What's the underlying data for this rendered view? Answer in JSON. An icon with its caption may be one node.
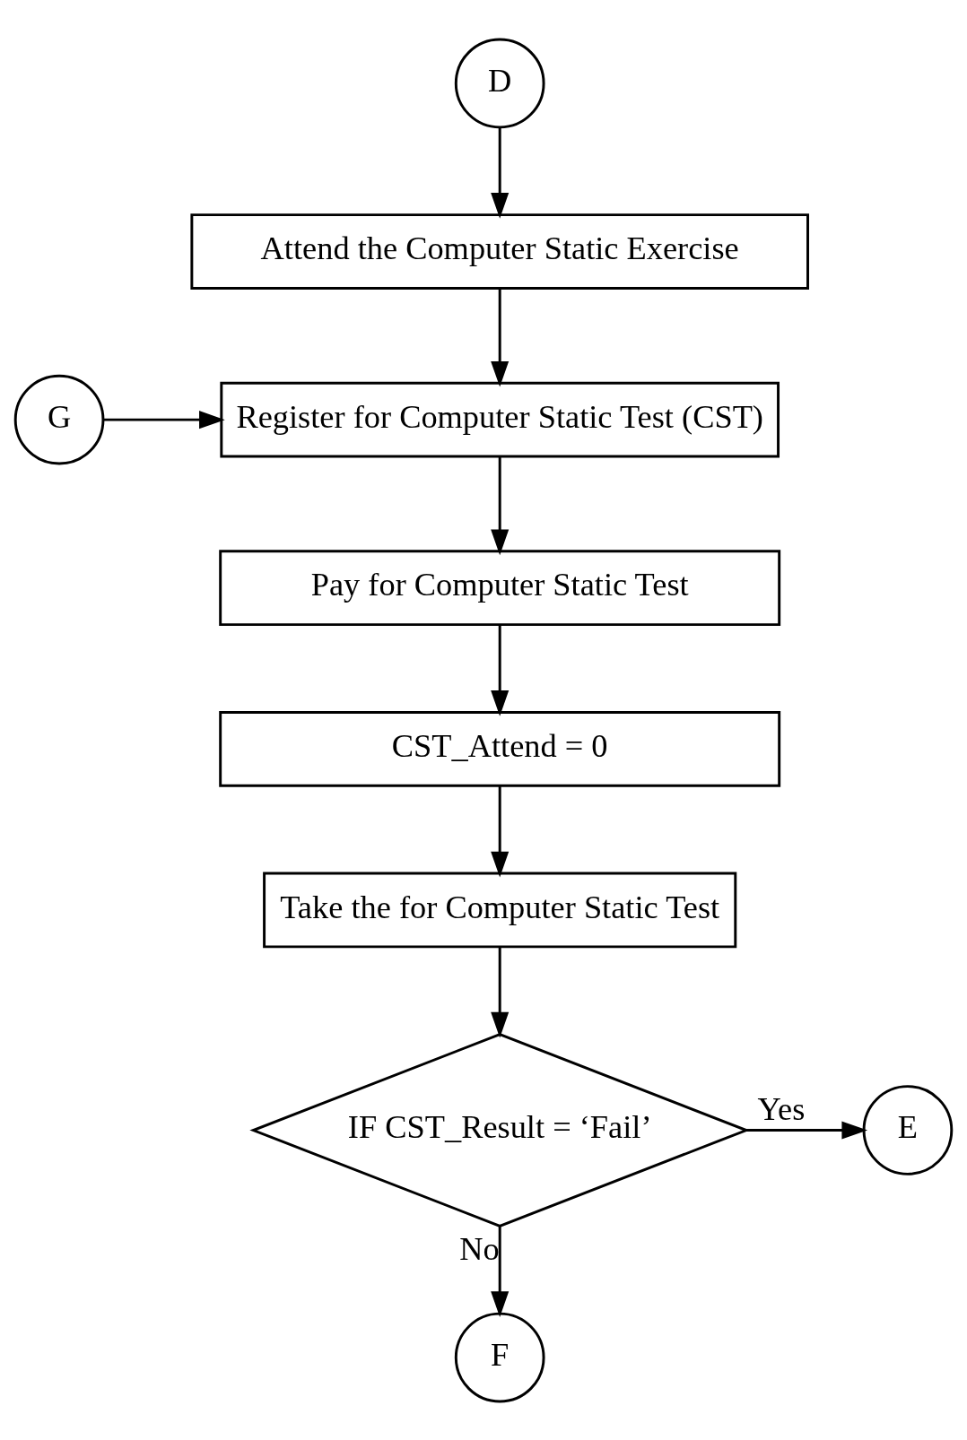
{
  "diagram": {
    "nodes": [
      {
        "text": [
          "D"
        ]
      },
      {
        "text": [
          "Attend the Computer Static Exercise"
        ]
      },
      {
        "text": [
          "G"
        ]
      },
      {
        "text": [
          "Register for Computer Static Test (CST)"
        ]
      },
      {
        "text": [
          "Pay for Computer Static Test"
        ]
      },
      {
        "text": [
          "CST_Attend = 0"
        ]
      },
      {
        "text": [
          "Take the for Computer Static Test"
        ]
      },
      {
        "text": [
          "IF CST_Result = ‘Fail’"
        ]
      },
      {
        "text": [
          "E"
        ]
      },
      {
        "text": [
          "F"
        ]
      }
    ],
    "edges": [
      {
        "from": 0,
        "to": 1,
        "arrow": "to"
      },
      {
        "from": 1,
        "to": 3,
        "arrow": "to"
      },
      {
        "from": 2,
        "to": 3,
        "arrow": "to"
      },
      {
        "from": 3,
        "to": 4,
        "arrow": "to"
      },
      {
        "from": 4,
        "to": 5,
        "arrow": "to"
      },
      {
        "from": 5,
        "to": 6,
        "arrow": "to"
      },
      {
        "from": 6,
        "to": 7,
        "arrow": "to"
      },
      {
        "from": 7,
        "to": 8,
        "arrow": "to",
        "label": "Yes"
      },
      {
        "from": 7,
        "to": 9,
        "arrow": "to",
        "label": "No"
      }
    ]
  }
}
